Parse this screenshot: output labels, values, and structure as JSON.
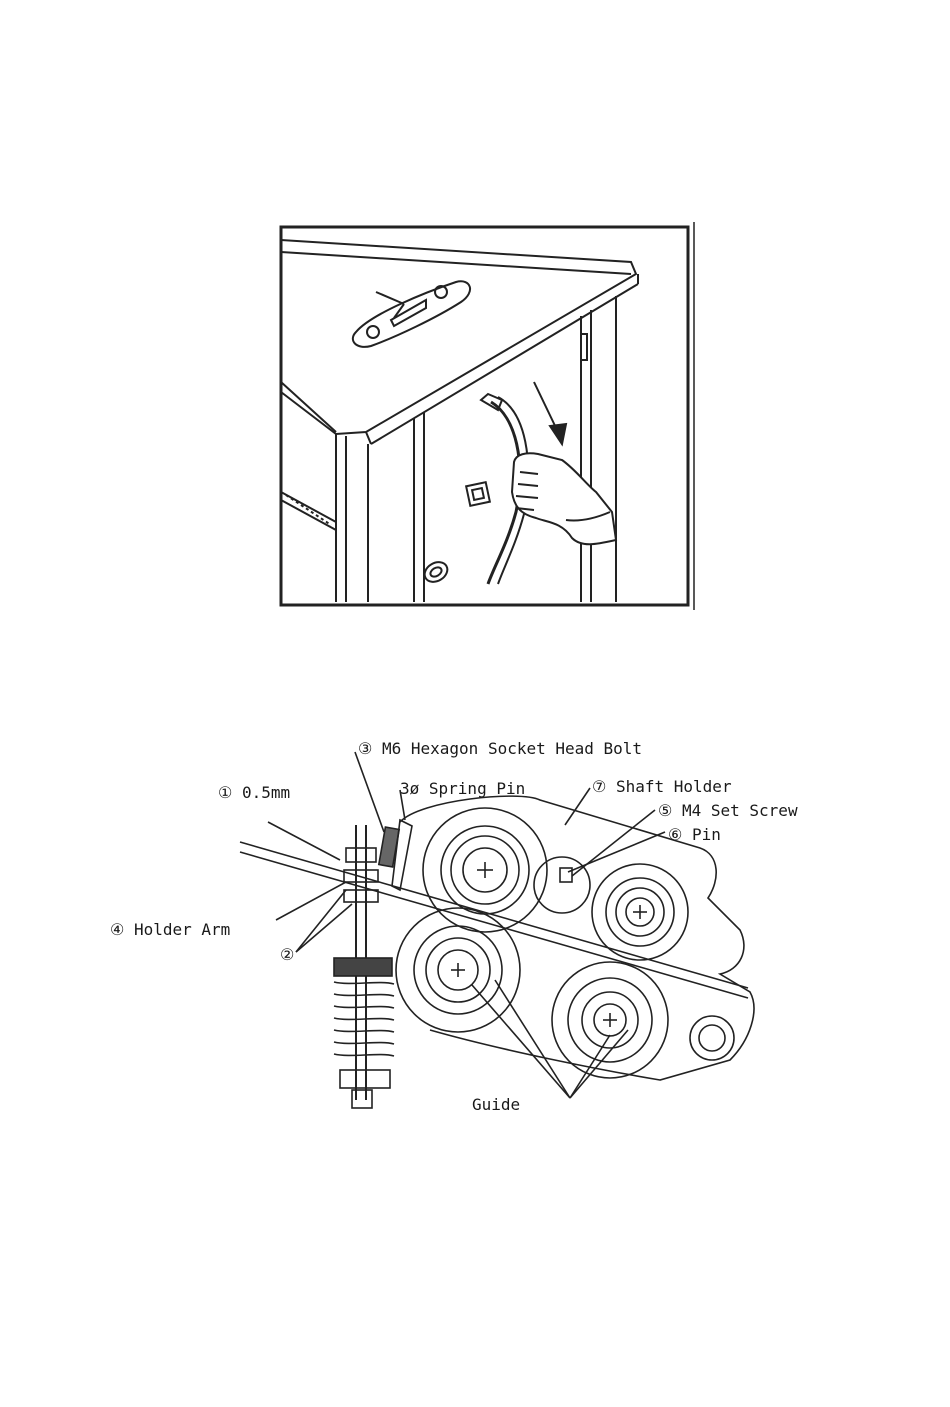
{
  "figure_top": {
    "description_name": "cabinet-door-illustration"
  },
  "figure_bottom": {
    "labels": {
      "item3": "③ M6 Hexagon Socket Head Bolt",
      "item1": "① 0.5mm",
      "spring_pin": "3ø Spring Pin",
      "item7": "⑦ Shaft Holder",
      "item5": "⑤ M4 Set Screw",
      "item6": "⑥ Pin",
      "item4": "④ Holder Arm",
      "item2": "②",
      "guide": "Guide"
    }
  }
}
